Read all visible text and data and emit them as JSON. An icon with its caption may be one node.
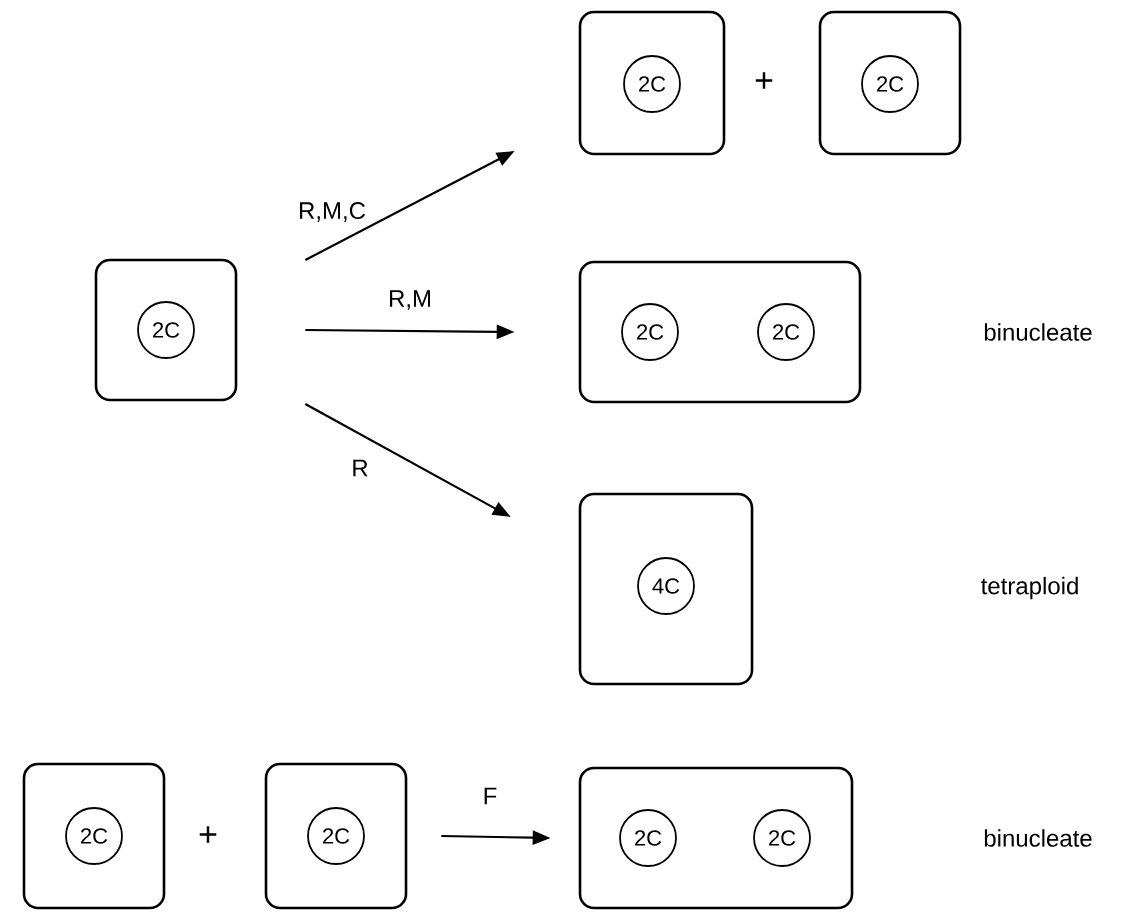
{
  "diagram": {
    "nodes": [
      {
        "text": [],
        "shape": "box"
      },
      {
        "text": [
          "2C"
        ],
        "in": 0
      },
      {
        "text": [],
        "shape": "box"
      },
      {
        "text": [
          "2C"
        ],
        "in": 2
      },
      {
        "text": [],
        "shape": "box"
      },
      {
        "text": [
          "2C"
        ],
        "in": 4
      },
      {
        "text": [],
        "shape": "box"
      },
      {
        "text": [
          "2C"
        ],
        "in": 6
      },
      {
        "text": [
          "2C"
        ],
        "in": 6
      },
      {
        "text": [],
        "shape": "box"
      },
      {
        "text": [
          "4C"
        ],
        "in": 9
      },
      {
        "text": [],
        "shape": "box"
      },
      {
        "text": [
          "2C"
        ],
        "in": 11
      },
      {
        "text": [],
        "shape": "box"
      },
      {
        "text": [
          "2C"
        ],
        "in": 13
      },
      {
        "text": [],
        "shape": "box"
      },
      {
        "text": [
          "2C"
        ],
        "in": 15
      },
      {
        "text": [
          "2C"
        ],
        "in": 15
      }
    ],
    "edges": [
      {
        "from": 0,
        "to": 2,
        "arrow": "to",
        "label": "R,M,C"
      },
      {
        "from": 0,
        "to": 6,
        "arrow": "to",
        "label": "R,M"
      },
      {
        "from": 0,
        "to": 9,
        "arrow": "to",
        "label": "R"
      },
      {
        "from": 13,
        "to": 15,
        "arrow": "to",
        "label": "F"
      }
    ],
    "labels": [
      "+",
      "binucleate",
      "tetraploid",
      "+",
      "binucleate"
    ]
  }
}
